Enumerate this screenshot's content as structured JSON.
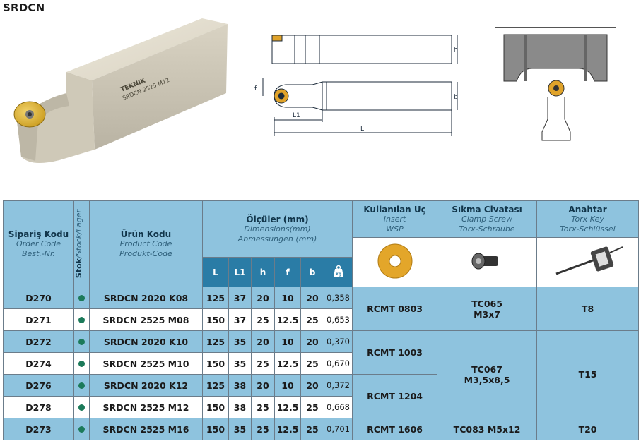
{
  "page_title": "SRDCN",
  "photo": {
    "brand_text": "TEKNIK",
    "engraving": "SRDCN 2525 M12"
  },
  "drawing": {
    "h": "h",
    "b": "b",
    "f": "f",
    "L1": "L1",
    "L": "L"
  },
  "table": {
    "order_code": {
      "tr": "Sipariş Kodu",
      "en": "Order Code",
      "de": "Best.-Nr."
    },
    "stock": {
      "tr": "Stok",
      "rest": "/Stock/Lager"
    },
    "product_code": {
      "tr": "Ürün Kodu",
      "en": "Product Code",
      "de": "Produkt-Code"
    },
    "dimensions": {
      "tr": "Ölçüler (mm)",
      "en": "Dimensions(mm)",
      "de": "Abmessungen (mm)"
    },
    "dim_cols": [
      "L",
      "L1",
      "h",
      "f",
      "b"
    ],
    "weight_icon": "kg-weight-icon",
    "insert_hdr": {
      "tr": "Kullanılan Uç",
      "en": "Insert",
      "de": "WSP"
    },
    "screw_hdr": {
      "tr": "Sıkma Civatası",
      "en": "Clamp Screw",
      "de": "Torx-Schraube"
    },
    "key_hdr": {
      "tr": "Anahtar",
      "en": "Torx Key",
      "de": "Torx-Schlüssel"
    },
    "rows": [
      {
        "code": "D270",
        "product": "SRDCN 2020 K08",
        "L": "125",
        "L1": "37",
        "h": "20",
        "f": "10",
        "b": "20",
        "kg": "0,358"
      },
      {
        "code": "D271",
        "product": "SRDCN 2525 M08",
        "L": "150",
        "L1": "37",
        "h": "25",
        "f": "12.5",
        "b": "25",
        "kg": "0,653"
      },
      {
        "code": "D272",
        "product": "SRDCN 2020 K10",
        "L": "125",
        "L1": "35",
        "h": "20",
        "f": "10",
        "b": "20",
        "kg": "0,370"
      },
      {
        "code": "D274",
        "product": "SRDCN 2525 M10",
        "L": "150",
        "L1": "35",
        "h": "25",
        "f": "12.5",
        "b": "25",
        "kg": "0,670"
      },
      {
        "code": "D276",
        "product": "SRDCN 2020 K12",
        "L": "125",
        "L1": "38",
        "h": "20",
        "f": "10",
        "b": "20",
        "kg": "0,372"
      },
      {
        "code": "D278",
        "product": "SRDCN 2525 M12",
        "L": "150",
        "L1": "38",
        "h": "25",
        "f": "12.5",
        "b": "25",
        "kg": "0,668"
      },
      {
        "code": "D273",
        "product": "SRDCN 2525 M16",
        "L": "150",
        "L1": "35",
        "h": "25",
        "f": "12.5",
        "b": "25",
        "kg": "0,701"
      }
    ],
    "inserts": [
      "RCMT 0803",
      "RCMT 1003",
      "RCMT 1204",
      "RCMT 1606"
    ],
    "screws": [
      {
        "line1": "TC065",
        "line2": "M3x7"
      },
      {
        "line1": "TC067",
        "line2": "M3,5x8,5"
      },
      {
        "line1": "TC083 M5x12",
        "line2": ""
      }
    ],
    "keys": [
      "T8",
      "T15",
      "T20"
    ]
  }
}
